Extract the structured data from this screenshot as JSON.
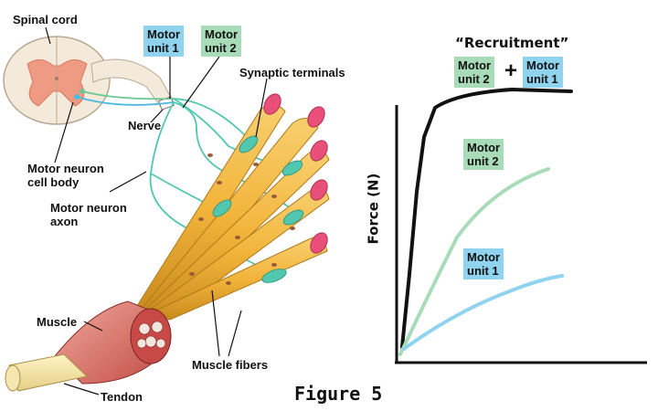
{
  "labels": {
    "spinal_cord": "Spinal cord",
    "motor_unit_1": "Motor\nunit 1",
    "motor_unit_2": "Motor\nunit 2",
    "synaptic_terminals": "Synaptic terminals",
    "nerve": "Nerve",
    "motor_neuron_cell_body": "Motor neuron\ncell body",
    "motor_neuron_axon": "Motor neuron\naxon",
    "muscle": "Muscle",
    "tendon": "Tendon",
    "muscle_fibers": "Muscle fibers",
    "figure_caption": "Figure 5"
  },
  "chart": {
    "title": "“Recruitment”",
    "ylabel": "Force (N)",
    "plus": "+",
    "recruit_left": "Motor\nunit 2",
    "recruit_right": "Motor\nunit 1",
    "curve_label_2": "Motor\nunit 2",
    "curve_label_1": "Motor\nunit 1"
  },
  "colors": {
    "motor_unit_1": "#8fd3ee",
    "motor_unit_2": "#a8dcb8",
    "fiber": "#f2b43a",
    "synapse": "#52c7b0",
    "recruitment_curve": "#111111"
  }
}
